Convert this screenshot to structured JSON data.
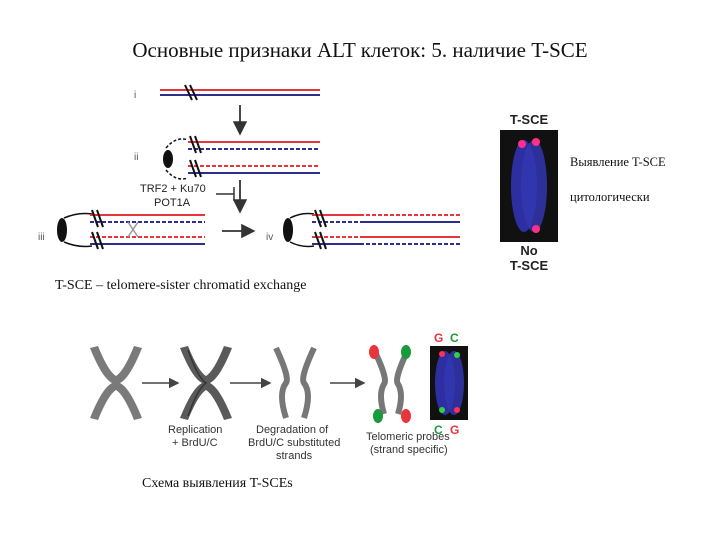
{
  "title": "Основные признаки ALT клеток: 5. наличие T-SCE",
  "top_diagram": {
    "step_i": "i",
    "step_ii": "ii",
    "step_iii": "iii",
    "step_iv": "iv",
    "inhibitor_line1": "TRF2 + Ku70",
    "inhibitor_line2": "POT1A",
    "colors": {
      "red": "#e8343b",
      "blue": "#2c2f8f"
    }
  },
  "micrograph_top": {
    "label_top": "T-SCE",
    "label_bottom_1": "No",
    "label_bottom_2": "T-SCE"
  },
  "side_note": {
    "line1": "Выявление T-SCE",
    "line2": "цитологически"
  },
  "definition": "T-SCE – telomere-sister chromatid exchange",
  "bottom_diagram": {
    "step1": [
      "Replication",
      "+ BrdU/C"
    ],
    "step2": [
      "Degradation of",
      "BrdU/C substituted",
      "strands"
    ],
    "step3": [
      "Telomeric probes",
      "(strand specific)"
    ],
    "probe_top_left": "G",
    "probe_top_right": "C",
    "probe_bottom_left": "C",
    "probe_bottom_right": "G",
    "colors": {
      "g_probe": "#e8343b",
      "c_probe": "#1a9a3a"
    }
  },
  "bottom_caption": "Схема выявления T-SCEs"
}
